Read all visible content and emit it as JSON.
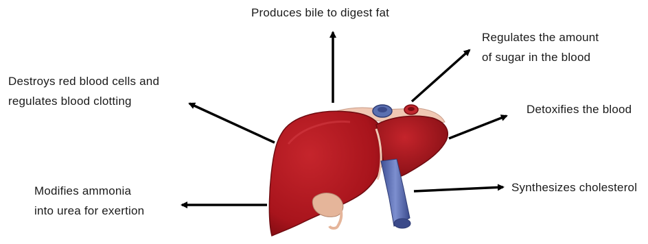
{
  "functions": [
    {
      "id": "bile",
      "lines": [
        "Produces bile to digest fat"
      ]
    },
    {
      "id": "sugar",
      "lines": [
        "Regulates the amount",
        "of sugar in the blood"
      ]
    },
    {
      "id": "rbc",
      "lines": [
        "Destroys red blood cells and",
        "regulates blood clotting"
      ]
    },
    {
      "id": "detox",
      "lines": [
        "Detoxifies the blood"
      ]
    },
    {
      "id": "ammonia",
      "lines": [
        "Modifies ammonia",
        "into urea for exertion"
      ]
    },
    {
      "id": "chol",
      "lines": [
        "Synthesizes cholesterol"
      ]
    }
  ],
  "colors": {
    "liver": "#a8141c",
    "liver_dark": "#6e0b10",
    "vessel": "#5a6fb0",
    "gallbladder": "#e5b59a",
    "arrow": "#000000"
  }
}
